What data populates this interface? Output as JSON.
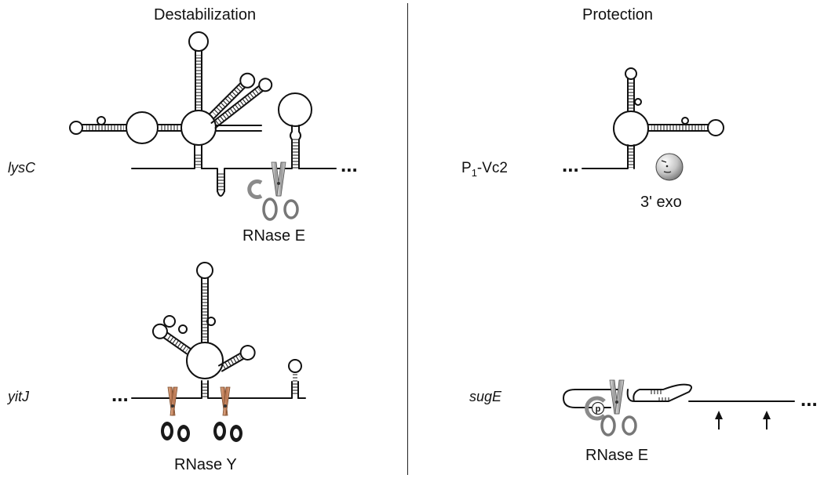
{
  "headings": {
    "left": "Destabilization",
    "right": "Protection"
  },
  "panels": {
    "lysC": {
      "gene": "lysC",
      "enzyme": "RNase E"
    },
    "yitJ": {
      "gene": "yitJ",
      "enzyme": "RNase Y"
    },
    "p1vc2": {
      "gene_main": "P",
      "gene_sub": "1",
      "gene_rest": "-Vc2",
      "enzyme": "3' exo"
    },
    "sugE": {
      "gene": "sugE",
      "enzyme": "RNase E",
      "phosphate": "p"
    }
  },
  "ellipsis": "...",
  "colors": {
    "line": "#111111",
    "scissor_silver": "#b9b9b9",
    "scissor_copper": "#c8906c",
    "scissor_handle": "#1a1a1a",
    "gray_ring": "#8a8a8a",
    "exo_ball": "#bdbdbd"
  },
  "icons": [
    "scissors-icon",
    "pacman-ring-icon",
    "exonuclease-ball-icon",
    "arrow-up-icon"
  ]
}
